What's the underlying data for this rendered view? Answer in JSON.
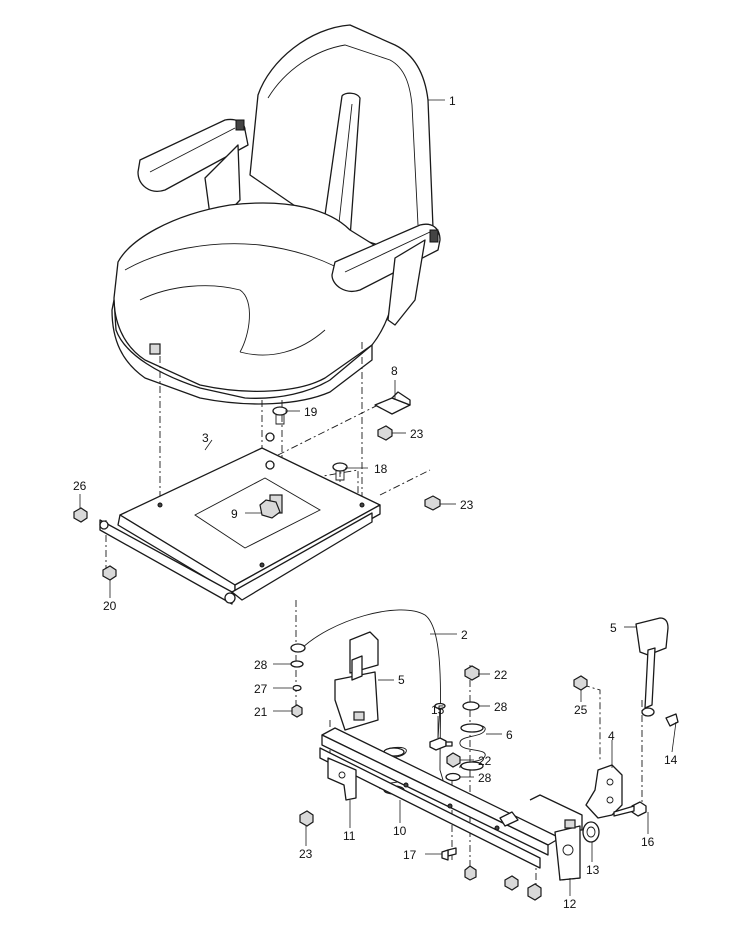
{
  "callouts": [
    {
      "id": "c1",
      "label": "1"
    },
    {
      "id": "c2",
      "label": "2"
    },
    {
      "id": "c3",
      "label": "3"
    },
    {
      "id": "c4",
      "label": "4"
    },
    {
      "id": "c5a",
      "label": "5"
    },
    {
      "id": "c5b",
      "label": "5"
    },
    {
      "id": "c6",
      "label": "6"
    },
    {
      "id": "c8",
      "label": "8"
    },
    {
      "id": "c9",
      "label": "9"
    },
    {
      "id": "c10",
      "label": "10"
    },
    {
      "id": "c11",
      "label": "11"
    },
    {
      "id": "c12",
      "label": "12"
    },
    {
      "id": "c13",
      "label": "13"
    },
    {
      "id": "c14",
      "label": "14"
    },
    {
      "id": "c15",
      "label": "15"
    },
    {
      "id": "c16",
      "label": "16"
    },
    {
      "id": "c17",
      "label": "17"
    },
    {
      "id": "c18",
      "label": "18"
    },
    {
      "id": "c19",
      "label": "19"
    },
    {
      "id": "c20",
      "label": "20"
    },
    {
      "id": "c21",
      "label": "21"
    },
    {
      "id": "c22a",
      "label": "22"
    },
    {
      "id": "c22b",
      "label": "22"
    },
    {
      "id": "c23a",
      "label": "23"
    },
    {
      "id": "c23b",
      "label": "23"
    },
    {
      "id": "c23c",
      "label": "23"
    },
    {
      "id": "c25",
      "label": "25"
    },
    {
      "id": "c26",
      "label": "26"
    },
    {
      "id": "c27",
      "label": "27"
    },
    {
      "id": "c28a",
      "label": "28"
    },
    {
      "id": "c28b",
      "label": "28"
    },
    {
      "id": "c28c",
      "label": "28"
    }
  ]
}
